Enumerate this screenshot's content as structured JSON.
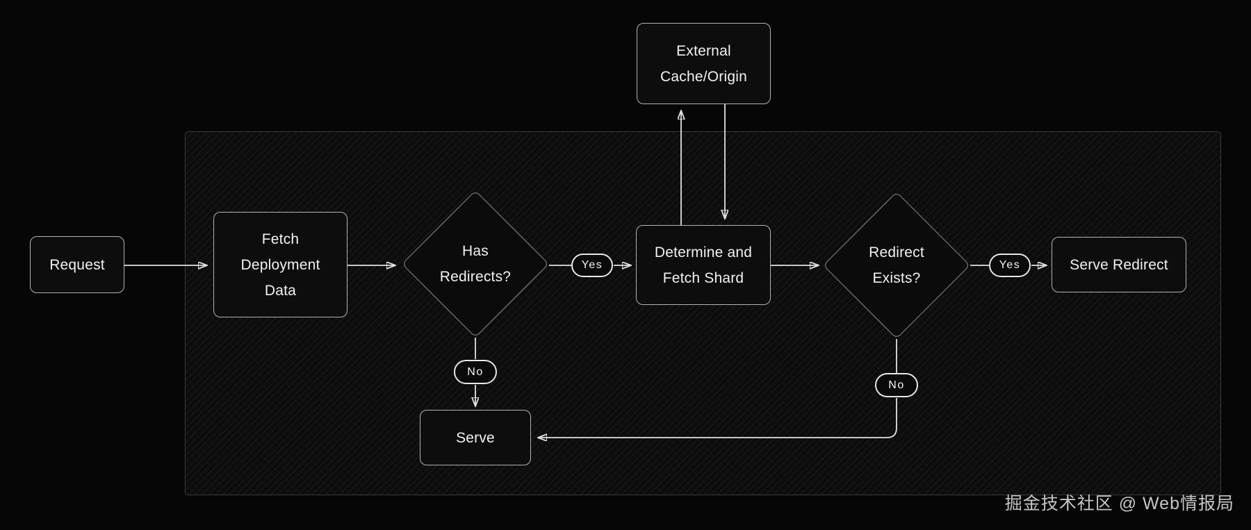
{
  "nodes": {
    "request": {
      "label": "Request"
    },
    "fetch_deployment_data": {
      "lines": [
        "Fetch",
        "Deployment",
        "Data"
      ]
    },
    "has_redirects": {
      "lines": [
        "Has",
        "Redirects?"
      ]
    },
    "external_cache_origin": {
      "lines": [
        "External",
        "Cache/Origin"
      ]
    },
    "determine_fetch_shard": {
      "lines": [
        "Determine and",
        "Fetch Shard"
      ]
    },
    "redirect_exists": {
      "lines": [
        "Redirect",
        "Exists?"
      ]
    },
    "serve_redirect": {
      "label": "Serve Redirect"
    },
    "serve": {
      "label": "Serve"
    }
  },
  "edge_labels": {
    "has_redirects_yes": "Yes",
    "has_redirects_no": "No",
    "redirect_exists_yes": "Yes",
    "redirect_exists_no": "No"
  },
  "watermark": "掘金技术社区 @ Web情报局",
  "colors": {
    "background": "#060606",
    "panel_border": "#3c3c3c",
    "node_border": "#b3b3b3",
    "diamond_border": "#8f8f8f",
    "pill_border": "#e8e8e8",
    "connector": "#e2e2e2",
    "text": "#f2f2f2",
    "watermark_text": "#c6c6c6"
  }
}
